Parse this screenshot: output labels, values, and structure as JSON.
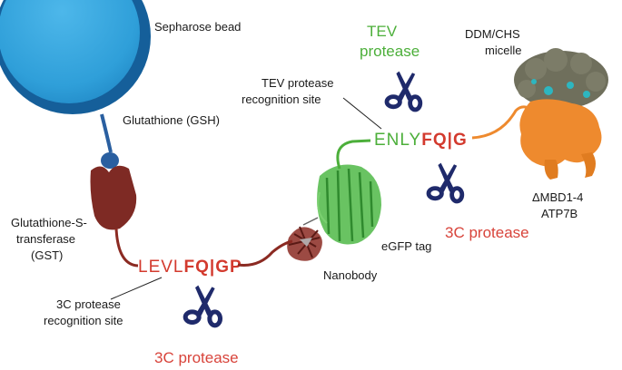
{
  "labels": {
    "bead": "Sepharose bead",
    "gsh": "Glutathione (GSH)",
    "gst": [
      "Glutathione-S-",
      "transferase",
      "(GST)"
    ],
    "site_3c": [
      "3C protease",
      "recognition site"
    ],
    "site_tev": [
      "TEV protease",
      "recognition site"
    ],
    "nanobody": "Nanobody",
    "egfp": "eGFP tag",
    "micelle": [
      "DDM/CHS",
      "micelle"
    ],
    "atp7b": [
      "ΔMBD1-4",
      "ATP7B"
    ],
    "tev_protease": [
      "TEV",
      "protease"
    ],
    "protease_3c_bottom": "3C protease",
    "protease_3c_right": "3C protease"
  },
  "sequences": {
    "seq_3c": {
      "pre": "LEVL",
      "mid": "FQ",
      "bar": "|",
      "post": "GP"
    },
    "seq_tev": {
      "pre": "ENLY",
      "mid": "FQ",
      "bar": "|",
      "post": "G"
    }
  },
  "colors": {
    "bead_light": "#2f9fd9",
    "bead_dark": "#155f9a",
    "gsh": "#2a5fa0",
    "gst": "#7e2a24",
    "linker_red": "#8b2a22",
    "egfp": "#4fb847",
    "atp7b": "#ee8a2e",
    "micelle": "#6f6f5c",
    "micelle_accent": "#2db6c0",
    "seq_red": "#d33a2e",
    "seq_green": "#4caf3a",
    "scissors": "#1f2a6b"
  },
  "icons": [
    "scissors-icon"
  ]
}
